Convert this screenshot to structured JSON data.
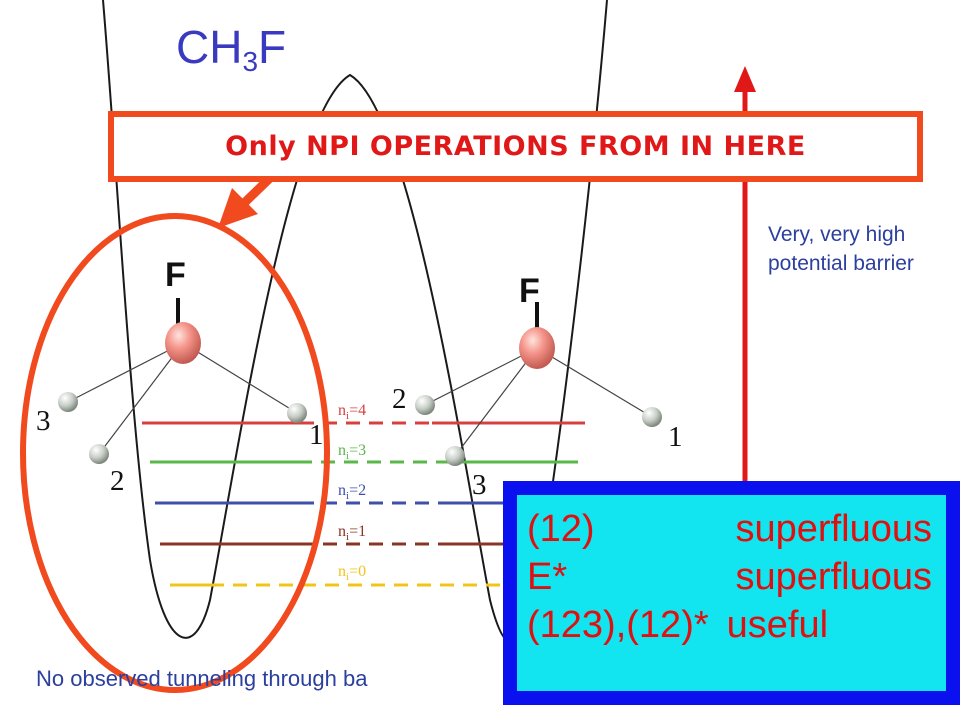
{
  "molecule": {
    "formula_base": "CH",
    "formula_sub": "3",
    "formula_tail": "F"
  },
  "banner": {
    "text": "Only NPI OPERATIONS FROM IN HERE"
  },
  "barrier_note": {
    "text": "Very, very high potential barrier"
  },
  "footer_note": {
    "text": "No observed tunneling through ba"
  },
  "left_molecule": {
    "atom_label": "F",
    "ligand_labels": [
      "3",
      "2",
      "1"
    ]
  },
  "right_molecule": {
    "atom_label": "F",
    "ligand_labels": [
      "2",
      "3",
      "1"
    ]
  },
  "levels": [
    {
      "n": "n",
      "sub": "i",
      "eq": "=4",
      "color": "#d84040"
    },
    {
      "n": "n",
      "sub": "i",
      "eq": "=3",
      "color": "#5ab84a"
    },
    {
      "n": "n",
      "sub": "i",
      "eq": "=2",
      "color": "#3f50a8"
    },
    {
      "n": "n",
      "sub": "i",
      "eq": "=1",
      "color": "#8a3424"
    },
    {
      "n": "n",
      "sub": "i",
      "eq": "=0",
      "color": "#f0c418"
    }
  ],
  "rules": [
    {
      "operation": "(12)",
      "verdict": "superfluous"
    },
    {
      "operation": "E*",
      "verdict": "superfluous"
    },
    {
      "operation": "(123),(12)*",
      "verdict": "useful"
    }
  ],
  "colors": {
    "accent_red": "#e01818",
    "banner_border": "#f04a1e",
    "text_blue": "#2b3f9e",
    "box_fill": "#12e4f0",
    "box_border": "#0a10ee"
  }
}
